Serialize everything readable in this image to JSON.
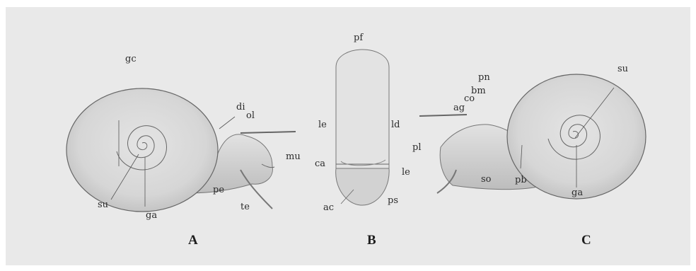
{
  "panels": [
    {
      "id": "A",
      "label": "A"
    },
    {
      "id": "B",
      "label": "B"
    },
    {
      "id": "C",
      "label": "C"
    }
  ],
  "labels": {
    "A": {
      "gc": "gc",
      "di": "di",
      "ol": "ol",
      "mu": "mu",
      "pe": "pe",
      "te": "te",
      "su": "su",
      "ga": "ga"
    },
    "B": {
      "pf": "pf",
      "le_top": "le",
      "ld": "ld",
      "pl": "pl",
      "ca": "ca",
      "le_bottom": "le",
      "ac": "ac",
      "ps": "ps"
    },
    "C": {
      "pn": "pn",
      "bm": "bm",
      "co": "co",
      "ag": "ag",
      "su": "su",
      "so": "so",
      "pb": "pb",
      "ga": "ga"
    }
  },
  "colors": {
    "background": "#e9e9e9",
    "shell_fill": "#d9d9d9",
    "ink": "#555555"
  }
}
